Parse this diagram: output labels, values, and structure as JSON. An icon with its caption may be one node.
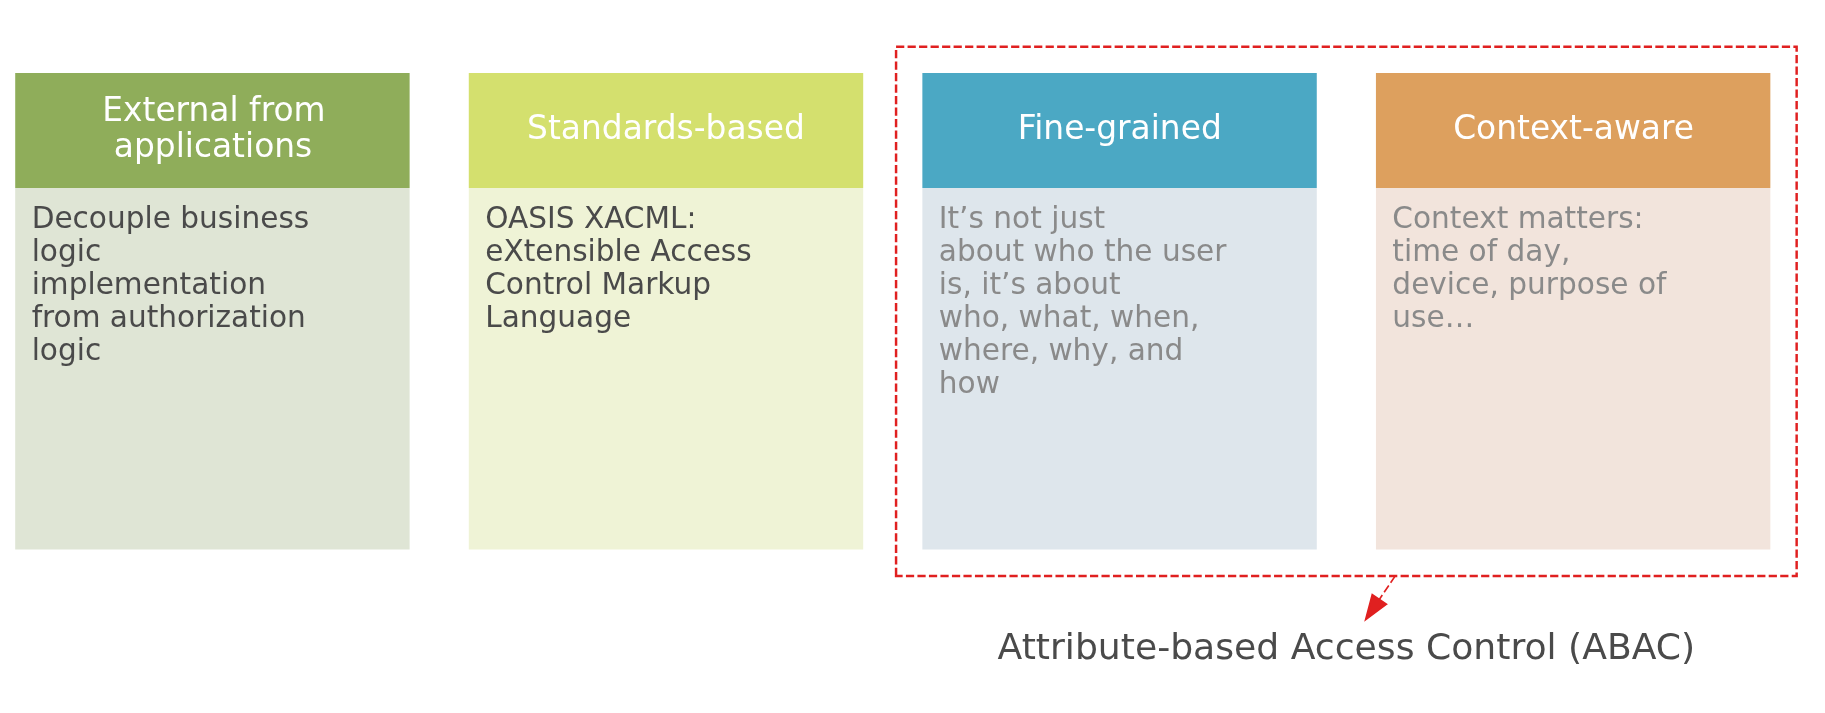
{
  "diagram": {
    "nodes": [
      {
        "text": [
          "External from applications",
          "Decouple business logic implementation from authorization logic"
        ]
      },
      {
        "text": [
          "Standards-based",
          "OASIS XACML: eXtensible Access Control Markup Language"
        ]
      },
      {
        "text": [],
        "shape": "box"
      },
      {
        "text": [
          "Fine-grained",
          "It’s not just about who the user is, it’s about who, what, when, where, why, and how"
        ],
        "in": 2
      },
      {
        "text": [
          "Context-aware",
          "Context matters: time of day, device, purpose of use…"
        ],
        "in": 2
      },
      {
        "text": [
          "Attribute-based Access Control (ABAC)"
        ]
      }
    ],
    "edges": [
      {
        "from": 2,
        "to": 5,
        "arrow": "to",
        "style": "dashed",
        "color": "#e02020"
      }
    ]
  }
}
